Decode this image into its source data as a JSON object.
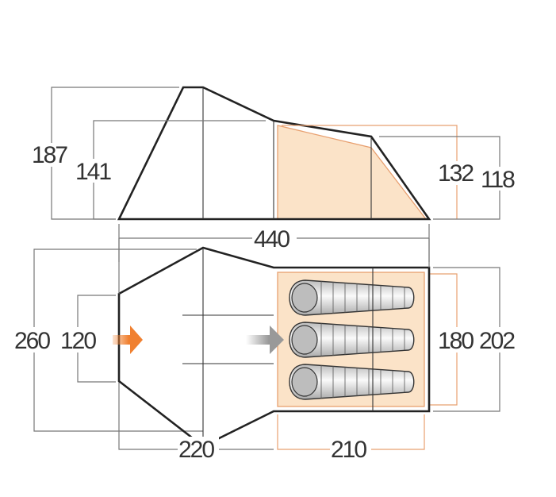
{
  "side_view": {
    "total_height": "187",
    "living_height": "141",
    "bedroom_inner_height": "132",
    "bedroom_height": "118",
    "total_length": "440"
  },
  "floor_plan": {
    "total_width": "260",
    "door_width": "120",
    "bedroom_inner_width": "180",
    "bedroom_width": "202",
    "living_length": "220",
    "bedroom_length": "210",
    "sleeping_bags": 3
  },
  "colors": {
    "accent": "#f08030",
    "bedroom_fill": "#fbe3c8",
    "bedroom_stroke": "#e8a070"
  }
}
